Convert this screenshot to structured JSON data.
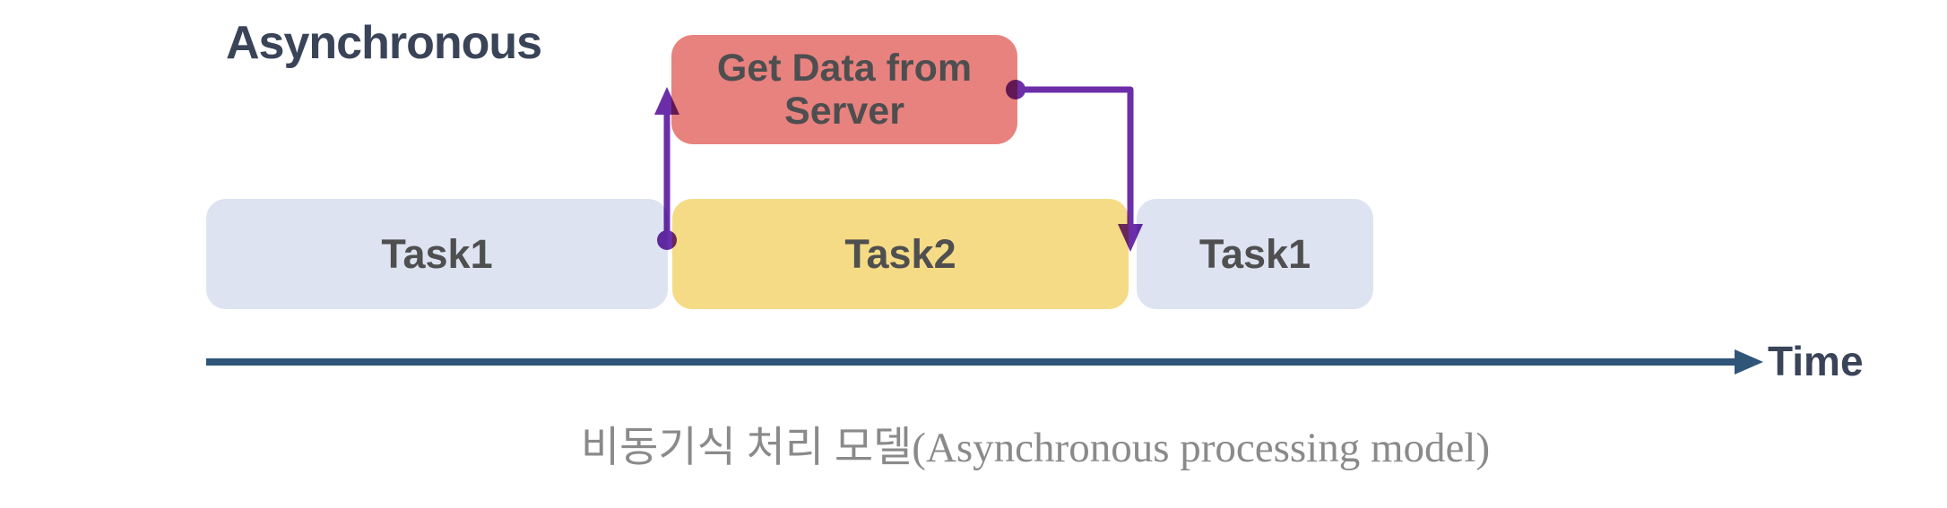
{
  "diagram": {
    "title": "Asynchronous",
    "server_box": {
      "label": "Get Data from Server",
      "fill": "#E8827E",
      "text_color": "#4E4E50"
    },
    "tasks": [
      {
        "label": "Task1",
        "fill": "#DDE3F1"
      },
      {
        "label": "Task2",
        "fill": "#F5DB85"
      },
      {
        "label": "Task1",
        "fill": "#DDE3F1"
      }
    ],
    "connectors": {
      "color": "#6C2EA8",
      "up_arrow_name": "request-arrow",
      "down_arrow_name": "response-arrow"
    },
    "time_axis": {
      "label": "Time",
      "color": "#2F5578",
      "label_color": "#3A4458"
    },
    "title_color": "#3A4458"
  },
  "caption": {
    "text": "비동기식 처리 모델(Asynchronous processing model)",
    "color": "#8A8A8A"
  }
}
